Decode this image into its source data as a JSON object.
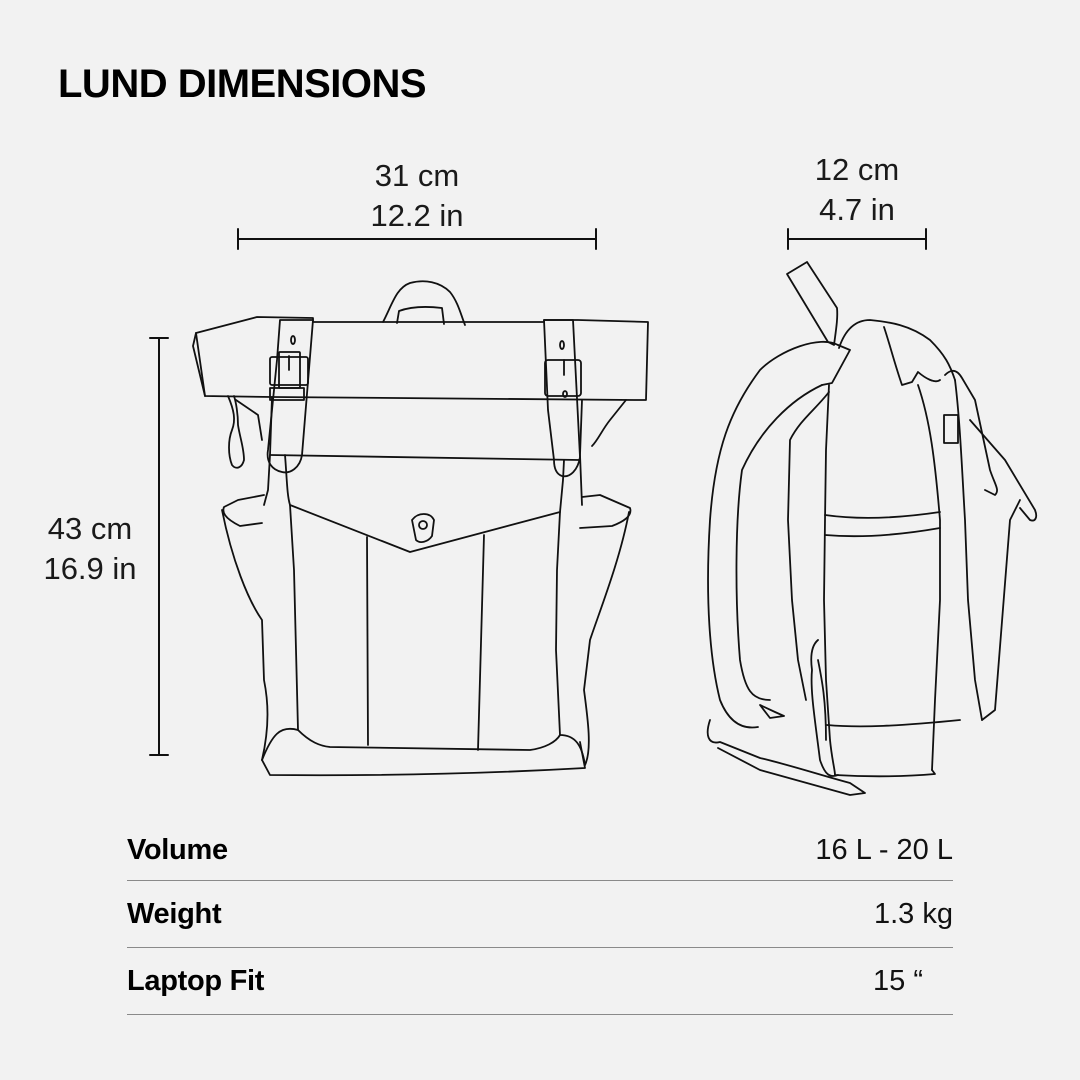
{
  "title": "LUND DIMENSIONS",
  "dimensions": {
    "width": {
      "cm": "31 cm",
      "in": "12.2 in"
    },
    "depth": {
      "cm": "12 cm",
      "in": "4.7 in"
    },
    "height": {
      "cm": "43 cm",
      "in": "16.9 in"
    }
  },
  "illustrations": {
    "front": "backpack-front-view",
    "side": "backpack-side-view"
  },
  "specs": [
    {
      "label": "Volume",
      "value": "16 L - 20 L"
    },
    {
      "label": "Weight",
      "value": "1.3 kg"
    },
    {
      "label": "Laptop Fit",
      "value": "15 “"
    }
  ],
  "colors": {
    "background": "#f2f2f2",
    "line": "#111111",
    "divider": "#8a8a8a"
  }
}
